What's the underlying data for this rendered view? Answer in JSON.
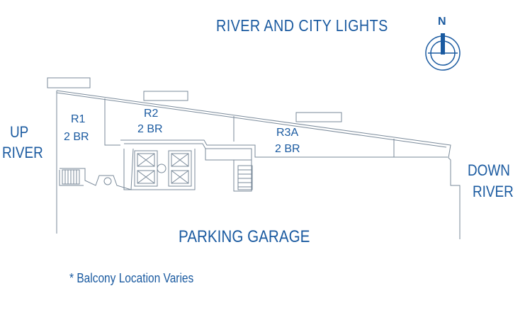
{
  "title": "RIVER AND CITY LIGHTS",
  "compass": {
    "label": "N",
    "icon": "north-arrow-icon"
  },
  "left_label": {
    "line1": "UP",
    "line2": "RIVER"
  },
  "right_label": {
    "line1": "DOWN",
    "line2": "RIVER"
  },
  "bottom_label": "PARKING GARAGE",
  "note": "* Balcony Location Varies",
  "units": [
    {
      "name": "R1",
      "bedrooms": "2 BR"
    },
    {
      "name": "R2",
      "bedrooms": "2 BR"
    },
    {
      "name": "R3A",
      "bedrooms": "2 BR"
    }
  ],
  "colors": {
    "label": "#1a5aa0",
    "line": "#7a8a9a"
  }
}
